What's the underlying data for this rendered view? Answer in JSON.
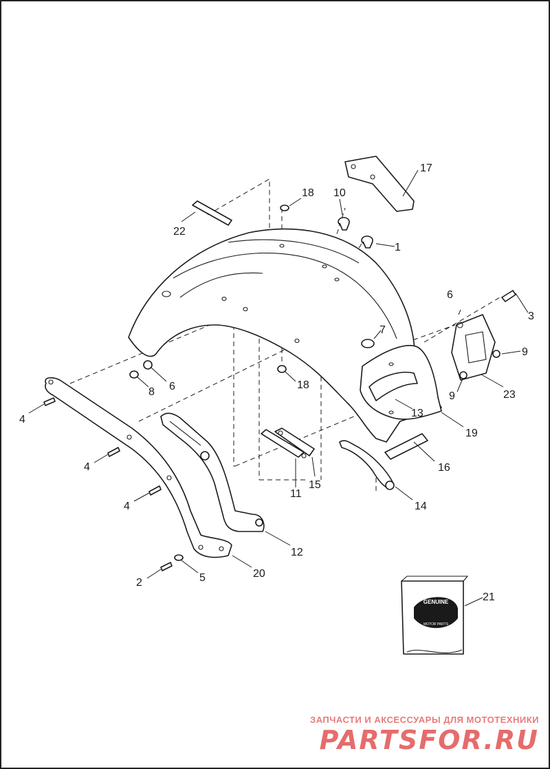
{
  "callouts": [
    {
      "id": "c1",
      "text": "1"
    },
    {
      "id": "c2",
      "text": "2"
    },
    {
      "id": "c3",
      "text": "3"
    },
    {
      "id": "c4a",
      "text": "4"
    },
    {
      "id": "c4b",
      "text": "4"
    },
    {
      "id": "c4c",
      "text": "4"
    },
    {
      "id": "c5",
      "text": "5"
    },
    {
      "id": "c6a",
      "text": "6"
    },
    {
      "id": "c6b",
      "text": "6"
    },
    {
      "id": "c7",
      "text": "7"
    },
    {
      "id": "c8",
      "text": "8"
    },
    {
      "id": "c9a",
      "text": "9"
    },
    {
      "id": "c9b",
      "text": "9"
    },
    {
      "id": "c10",
      "text": "10"
    },
    {
      "id": "c11",
      "text": "11"
    },
    {
      "id": "c12",
      "text": "12"
    },
    {
      "id": "c13",
      "text": "13"
    },
    {
      "id": "c14",
      "text": "14"
    },
    {
      "id": "c15",
      "text": "15"
    },
    {
      "id": "c16",
      "text": "16"
    },
    {
      "id": "c17",
      "text": "17"
    },
    {
      "id": "c18a",
      "text": "18"
    },
    {
      "id": "c18b",
      "text": "18"
    },
    {
      "id": "c19",
      "text": "19"
    },
    {
      "id": "c20",
      "text": "20"
    },
    {
      "id": "c21",
      "text": "21"
    },
    {
      "id": "c22",
      "text": "22"
    },
    {
      "id": "c23",
      "text": "23"
    }
  ],
  "badge": {
    "top": "GENUINE",
    "bottom": "MOTOR PARTS"
  },
  "watermark": {
    "tagline": "ЗАПЧАСТИ И АКСЕССУАРЫ ДЛЯ МОТОТЕХНИКИ",
    "brand": "PARTSFOR.RU"
  }
}
